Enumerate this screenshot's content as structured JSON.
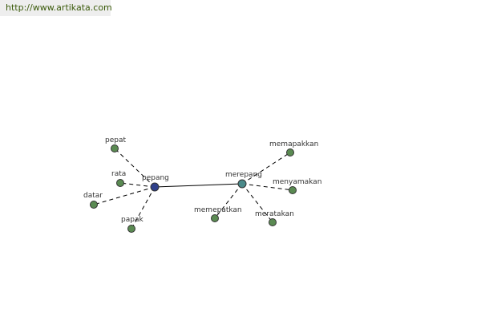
{
  "header": {
    "url_text": "http://www.artikata.com"
  },
  "colors": {
    "leaf_node": "#5a8a52",
    "center_node": "#2e3f8a",
    "hub_node": "#4a8a8a",
    "url_text": "#3a5a0a",
    "url_bar_bg": "#eeeeee"
  },
  "graph": {
    "nodes": [
      {
        "id": "pepat",
        "label": "pepat",
        "kind": "leaf"
      },
      {
        "id": "rata",
        "label": "rata",
        "kind": "leaf"
      },
      {
        "id": "datar",
        "label": "datar",
        "kind": "leaf"
      },
      {
        "id": "papak",
        "label": "papak",
        "kind": "leaf"
      },
      {
        "id": "pepang",
        "label": "pepang",
        "kind": "center"
      },
      {
        "id": "merepang",
        "label": "merepang",
        "kind": "hub"
      },
      {
        "id": "memapakkan",
        "label": "memapakkan",
        "kind": "leaf"
      },
      {
        "id": "menyamakan",
        "label": "menyamakan",
        "kind": "leaf"
      },
      {
        "id": "memepatkan",
        "label": "memepatkan",
        "kind": "leaf"
      },
      {
        "id": "meratakan",
        "label": "meratakan",
        "kind": "leaf"
      }
    ],
    "edges": [
      {
        "from": "pepang",
        "to": "pepat",
        "style": "dashed"
      },
      {
        "from": "pepang",
        "to": "rata",
        "style": "dashed"
      },
      {
        "from": "pepang",
        "to": "datar",
        "style": "dashed"
      },
      {
        "from": "pepang",
        "to": "papak",
        "style": "dashed"
      },
      {
        "from": "pepang",
        "to": "merepang",
        "style": "solid"
      },
      {
        "from": "merepang",
        "to": "memapakkan",
        "style": "dashed"
      },
      {
        "from": "merepang",
        "to": "menyamakan",
        "style": "dashed"
      },
      {
        "from": "merepang",
        "to": "memepatkan",
        "style": "dashed"
      },
      {
        "from": "merepang",
        "to": "meratakan",
        "style": "dashed"
      }
    ]
  }
}
